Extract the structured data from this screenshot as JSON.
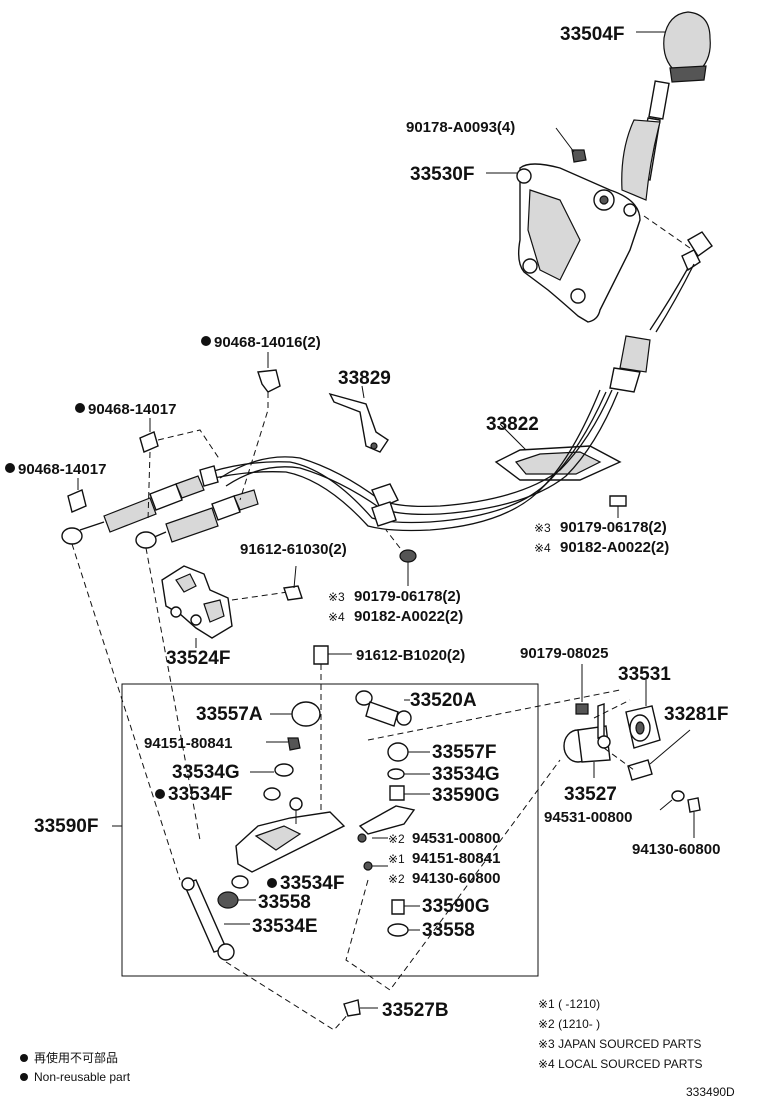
{
  "callouts": {
    "c33504F": "33504F",
    "c90178": "90178-A0093(4)",
    "c33530F": "33530F",
    "c90468_14016": "90468-14016(2)",
    "c33829": "33829",
    "c90468_14017a": "90468-14017",
    "c90468_14017b": "90468-14017",
    "c33822": "33822",
    "c90179_06178_a": "90179-06178(2)",
    "c90182_a": "90182-A0022(2)",
    "c91612_61030": "91612-61030(2)",
    "c90179_06178_b": "90179-06178(2)",
    "c90182_b": "90182-A0022(2)",
    "c33524F": "33524F",
    "c91612_B1020": "91612-B1020(2)",
    "c90179_08025": "90179-08025",
    "c33531": "33531",
    "c33281F": "33281F",
    "c33557A": "33557A",
    "c33520A": "33520A",
    "c94151_80841": "94151-80841",
    "c33557F": "33557F",
    "c33534G_a": "33534G",
    "c33534G_b": "33534G",
    "c33534F_a": "33534F",
    "c33590G_a": "33590G",
    "c33527": "33527",
    "c33590F": "33590F",
    "c94531_00800_a": "94531-00800",
    "c94531_00800_b": "94531-00800",
    "c94151_80841_b": "94151-80841",
    "c94130_60800_a": "94130-60800",
    "c94130_60800_b": "94130-60800",
    "c33534F_b": "33534F",
    "c33558_a": "33558",
    "c33590G_b": "33590G",
    "c33534E": "33534E",
    "c33558_b": "33558",
    "c33527B": "33527B"
  },
  "marks": {
    "m3": "※3",
    "m4": "※4",
    "m2": "※2",
    "m1": "※1"
  },
  "notes": {
    "n1": "※1 (      -1210)",
    "n2": "※2 (1210-      )",
    "n3": "※3 JAPAN SOURCED PARTS",
    "n4": "※4 LOCAL SOURCED PARTS"
  },
  "legend": {
    "jp": "再使用不可部品",
    "en": "Non-reusable part"
  },
  "diagram_id": "333490D"
}
